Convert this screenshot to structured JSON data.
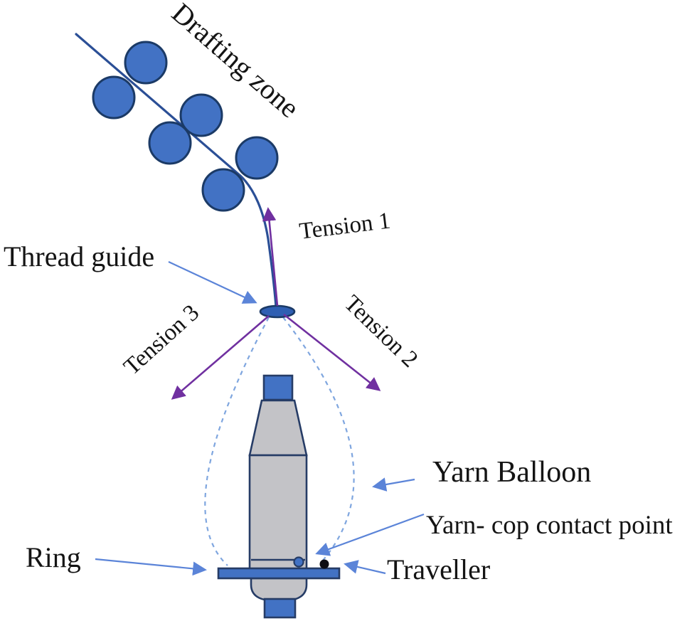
{
  "labels": {
    "drafting_zone": "Drafting zone",
    "tension_1": "Tension 1",
    "tension_2": "Tension 2",
    "tension_3": "Tension 3",
    "thread_guide": "Thread guide",
    "yarn_balloon": "Yarn Balloon",
    "yarn_cop_contact_point": "Yarn- cop contact point",
    "traveller": "Traveller",
    "ring": "Ring"
  },
  "colors": {
    "roller_fill": "#4272c4",
    "roller_stroke": "#1b3a66",
    "yarn": "#2b4f96",
    "tension_arrow": "#7030a0",
    "label_arrow": "#5b84d8",
    "balloon_dash": "#7fa6df",
    "cop_body": "#c3c3c7",
    "cop_outline": "#263c66",
    "cop_cap": "#4272c4",
    "thread_guide_fill": "#2f5fb3",
    "traveller_dot": "#0d0d12",
    "text": "#141414"
  }
}
